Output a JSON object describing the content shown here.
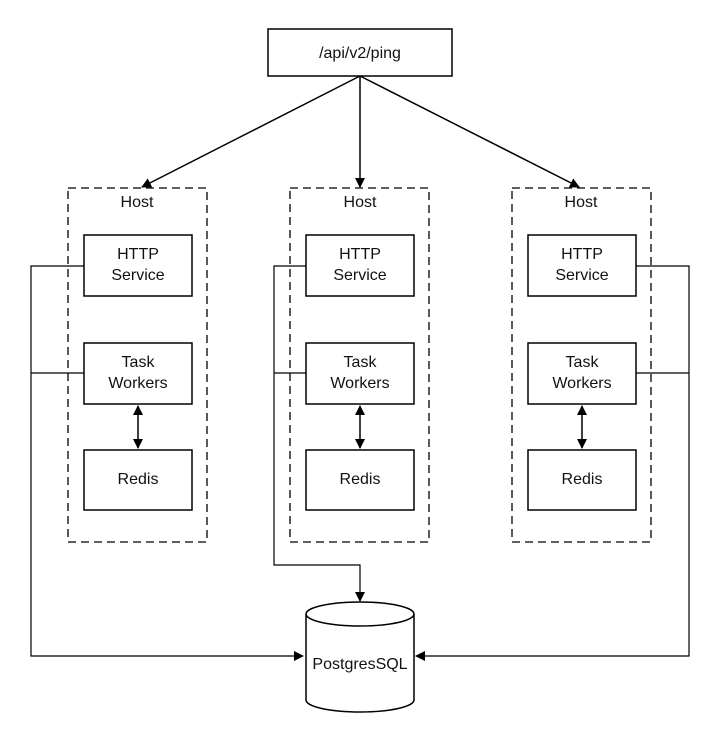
{
  "endpoint": {
    "label": "/api/v2/ping"
  },
  "hosts": [
    {
      "title": "Host",
      "http_service": [
        "HTTP",
        "Service"
      ],
      "task_workers": [
        "Task",
        "Workers"
      ],
      "redis": "Redis"
    },
    {
      "title": "Host",
      "http_service": [
        "HTTP",
        "Service"
      ],
      "task_workers": [
        "Task",
        "Workers"
      ],
      "redis": "Redis"
    },
    {
      "title": "Host",
      "http_service": [
        "HTTP",
        "Service"
      ],
      "task_workers": [
        "Task",
        "Workers"
      ],
      "redis": "Redis"
    }
  ],
  "database": {
    "label": "PostgresSQL"
  },
  "colors": {
    "line": "#000000",
    "background": "#ffffff"
  }
}
